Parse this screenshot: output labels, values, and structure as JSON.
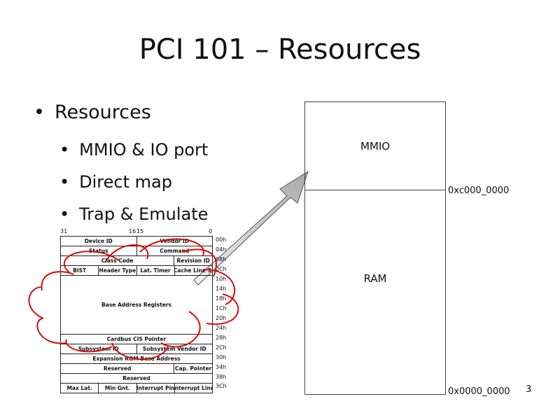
{
  "title": "PCI 101 – Resources",
  "bullets": {
    "main": "Resources",
    "sub": [
      "MMIO & IO port",
      "Direct map",
      "Trap & Emulate"
    ]
  },
  "config_space": {
    "bit_labels": [
      "31",
      "16",
      "15",
      "0"
    ],
    "rows": [
      {
        "offset": "00h",
        "cells": [
          "Device ID",
          "Vendor ID"
        ]
      },
      {
        "offset": "04h",
        "cells": [
          "Status",
          "Command"
        ]
      },
      {
        "offset": "08h",
        "cells": [
          "Class Code",
          "Revision ID"
        ]
      },
      {
        "offset": "0Ch",
        "cells": [
          "BIST",
          "Header Type",
          "Lat. Timer",
          "Cache Line S."
        ]
      },
      {
        "offset": "10h",
        "cells": [
          "Base Address Registers"
        ]
      },
      {
        "offset": "28h",
        "cells": [
          "Cardbus CIS Pointer"
        ]
      },
      {
        "offset": "2Ch",
        "cells": [
          "Subsystem ID",
          "Subsystem Vendor ID"
        ]
      },
      {
        "offset": "30h",
        "cells": [
          "Expansion ROM Base Address"
        ]
      },
      {
        "offset": "34h",
        "cells": [
          "Reserved",
          "Cap. Pointer"
        ]
      },
      {
        "offset": "38h",
        "cells": [
          "Reserved"
        ]
      },
      {
        "offset": "3Ch",
        "cells": [
          "Max Lat.",
          "Min Gnt.",
          "Interrupt Pin",
          "Interrupt Line"
        ]
      }
    ],
    "bar_offsets": [
      "14h",
      "18h",
      "1Ch",
      "20h",
      "24h"
    ]
  },
  "memory_map": {
    "regions": [
      "MMIO",
      "RAM"
    ],
    "addresses": [
      "0xc000_0000",
      "0x0000_0000"
    ]
  },
  "page_number": "3",
  "colors": {
    "cloud": "#d01010",
    "arrow": "#c8c8c8"
  }
}
